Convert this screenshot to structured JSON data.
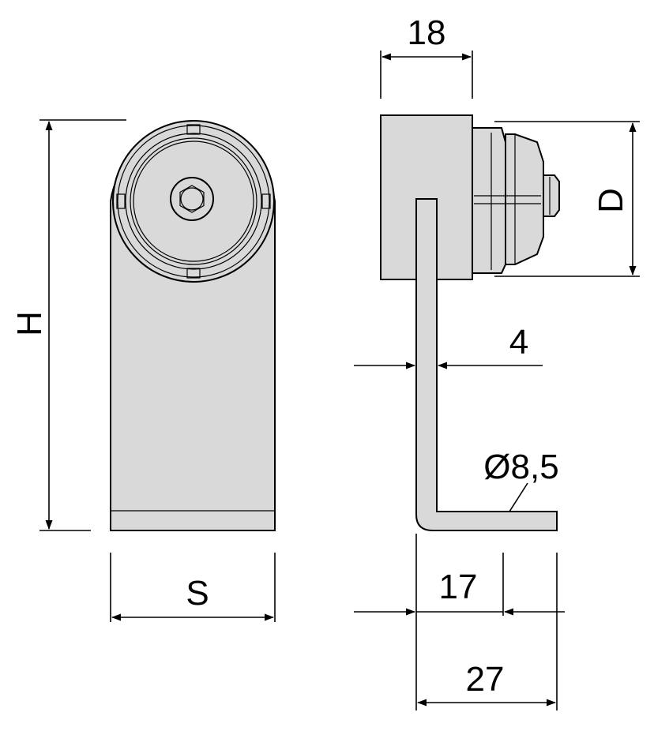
{
  "drawing": {
    "part_fill": "#d9d9d9",
    "line_color": "#000000",
    "labels": {
      "height": "H",
      "width": "S",
      "thickness": "4",
      "diameter": "D",
      "top_width": "18",
      "hole": "Ø8,5",
      "foot_17": "17",
      "foot_27": "27"
    }
  }
}
